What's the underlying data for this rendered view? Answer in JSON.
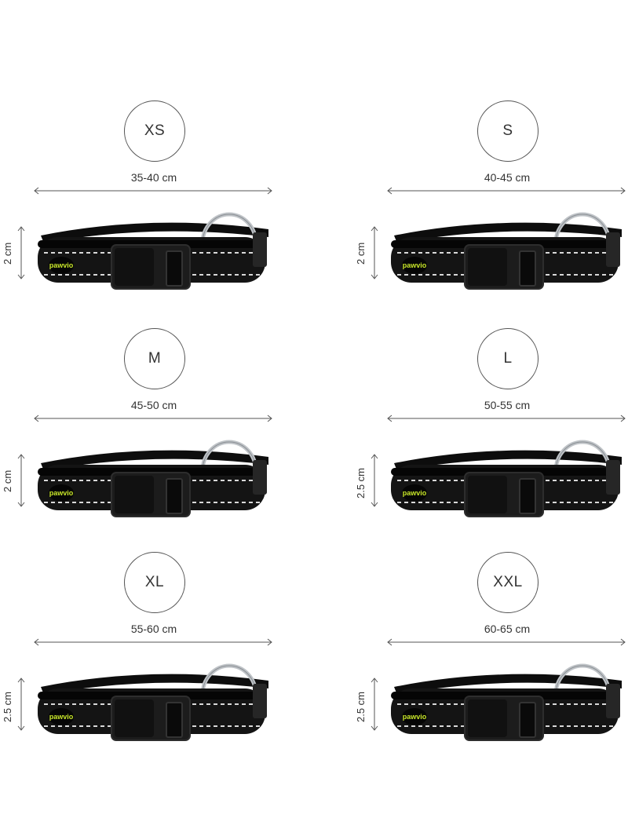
{
  "brand": "pawvio",
  "sizes": [
    {
      "size": "XS",
      "length": "35-40 cm",
      "width": "2 cm"
    },
    {
      "size": "S",
      "length": "40-45 cm",
      "width": "2 cm"
    },
    {
      "size": "M",
      "length": "45-50 cm",
      "width": "2 cm"
    },
    {
      "size": "L",
      "length": "50-55 cm",
      "width": "2.5 cm"
    },
    {
      "size": "XL",
      "length": "55-60 cm",
      "width": "2.5 cm"
    },
    {
      "size": "XXL",
      "length": "60-65 cm",
      "width": "2.5 cm"
    }
  ],
  "colors": {
    "collar": "#141414",
    "stitch": "#d9d9d9",
    "ring": "#bfc3c7",
    "brand_accent": "#c8e62a",
    "line": "#555555"
  }
}
